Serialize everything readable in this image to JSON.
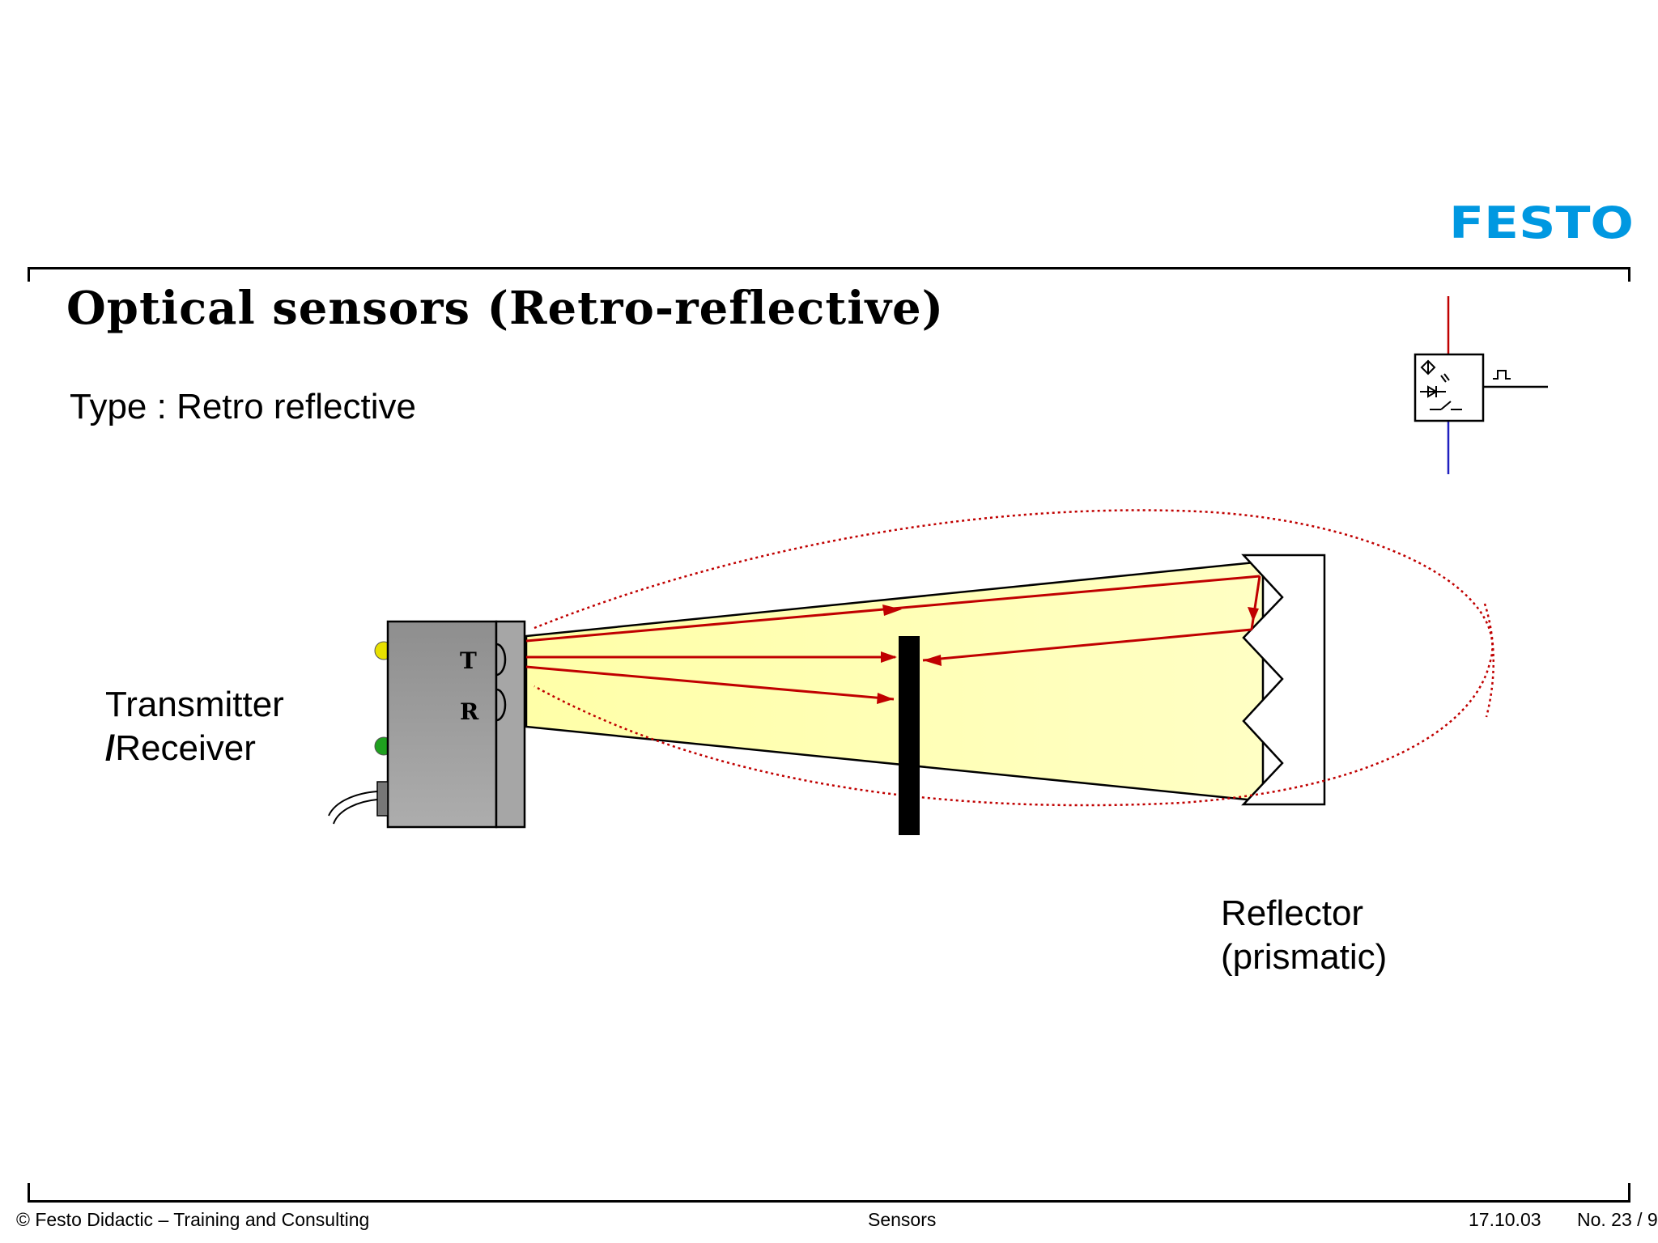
{
  "logo": {
    "text": "FESTO",
    "color": "#0098E1"
  },
  "title": "Optical sensors (Retro-reflective)",
  "subtitle": "Type : Retro reflective",
  "labels": {
    "transmitter_line1": "Transmitter",
    "transmitter_slash": "/",
    "transmitter_line2": "Receiver",
    "reflector_line1": "Reflector",
    "reflector_line2": "(prismatic)",
    "transmit_mark": "T",
    "receive_mark": "R"
  },
  "footer": {
    "copyright": "© Festo Didactic – Training and Consulting",
    "topic": "Sensors",
    "date": "17.10.03",
    "page": "No. 23 / 9"
  },
  "colors": {
    "beam": "#FFFFB0",
    "ray": "#C00000",
    "sensor_body": "#9C9C9C",
    "led_yellow": "#E8E000",
    "led_green": "#1FA01F",
    "supply_positive": "#C00000",
    "supply_negative": "#2020C0"
  }
}
